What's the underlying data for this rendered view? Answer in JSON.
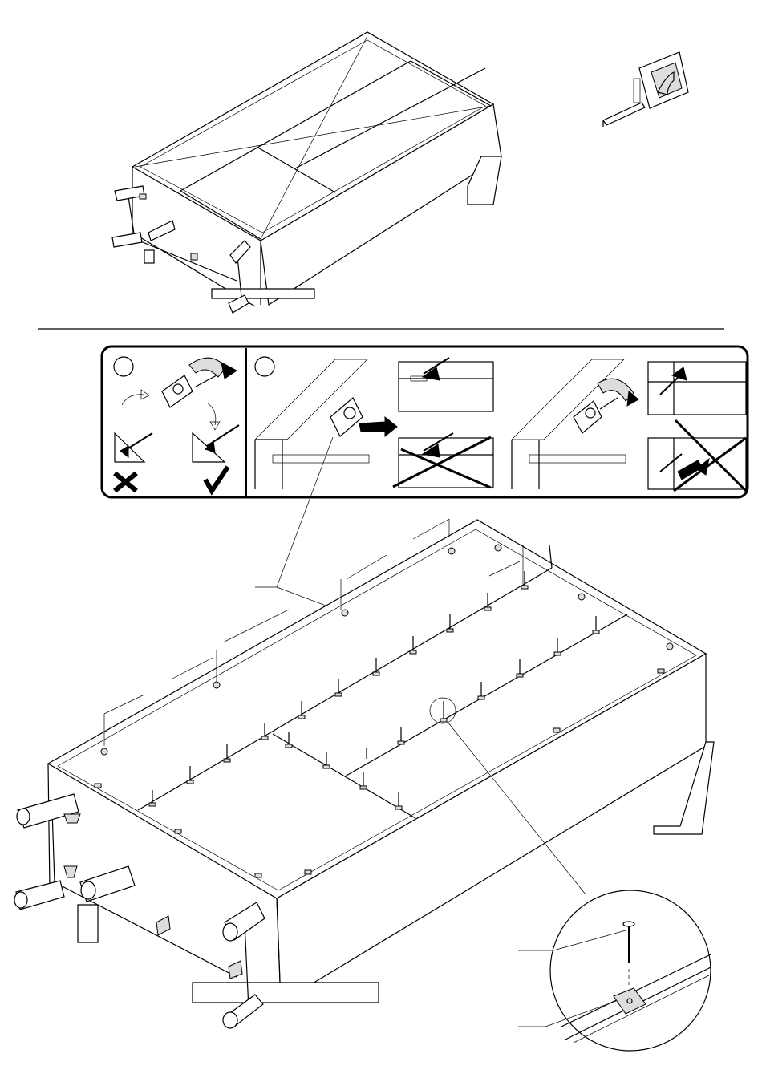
{
  "page": {
    "background": "#ffffff",
    "ink": "#000000"
  },
  "step1": {
    "tool": "tape-measure-icon"
  },
  "panel": {
    "left_section": {
      "marks": [
        "wrong",
        "correct"
      ]
    },
    "middle_section": {
      "marks": [
        "correct",
        "wrong"
      ]
    },
    "right_section": {
      "marks": [
        "correct",
        "wrong"
      ]
    }
  },
  "step2": {
    "detail_callout": "nail-and-bracket-detail"
  }
}
